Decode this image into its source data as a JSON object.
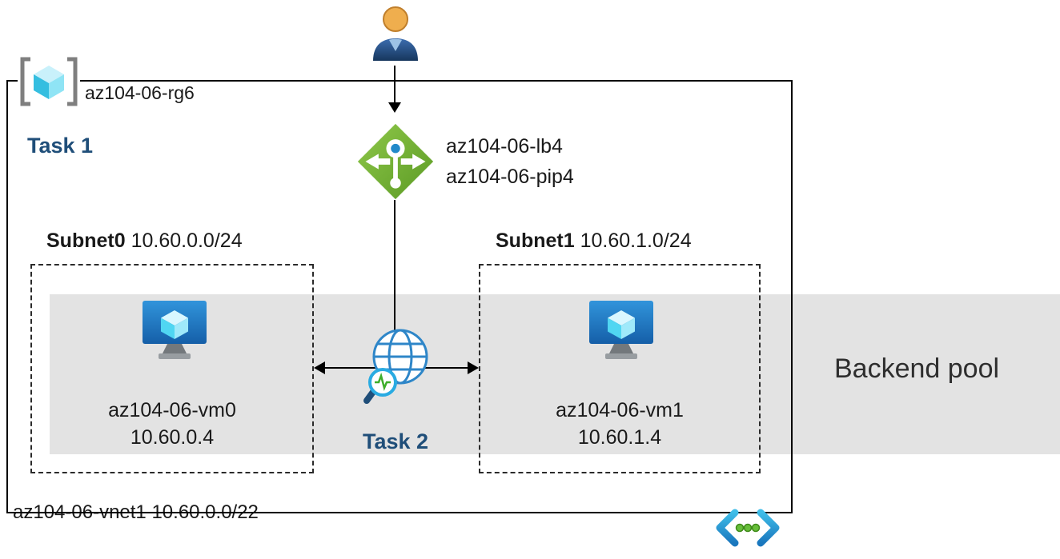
{
  "resource_group": {
    "label": "az104-06-rg6"
  },
  "tasks": {
    "task1": "Task 1",
    "task2": "Task 2"
  },
  "load_balancer": {
    "name": "az104-06-lb4",
    "public_ip": "az104-06-pip4"
  },
  "subnets": [
    {
      "name": "Subnet0",
      "cidr": "10.60.0.0/24",
      "vm": {
        "name": "az104-06-vm0",
        "ip": "10.60.0.4"
      }
    },
    {
      "name": "Subnet1",
      "cidr": "10.60.1.0/24",
      "vm": {
        "name": "az104-06-vm1",
        "ip": "10.60.1.4"
      }
    }
  ],
  "backend_pool": {
    "label": "Backend pool"
  },
  "vnet": {
    "label": "az104-06-vnet1 10.60.0.0/22"
  },
  "icons": {
    "user": "user-icon",
    "resource_group": "resource-group-icon",
    "load_balancer": "load-balancer-icon",
    "health_probe": "globe-health-probe-icon",
    "virtual_machine": "vm-icon",
    "virtual_network": "vnet-icon"
  },
  "colors": {
    "task_label": "#1F4E79",
    "backend_pool_band": "#E3E3E3",
    "load_balancer_green": "#76BC2D",
    "vm_blue": "#2488D8",
    "cube_cyan": "#50E6FF",
    "vnet_blue": "#2A9FD8",
    "probe_green": "#3FAE2A",
    "user_head_orange": "#EFAE4E"
  }
}
